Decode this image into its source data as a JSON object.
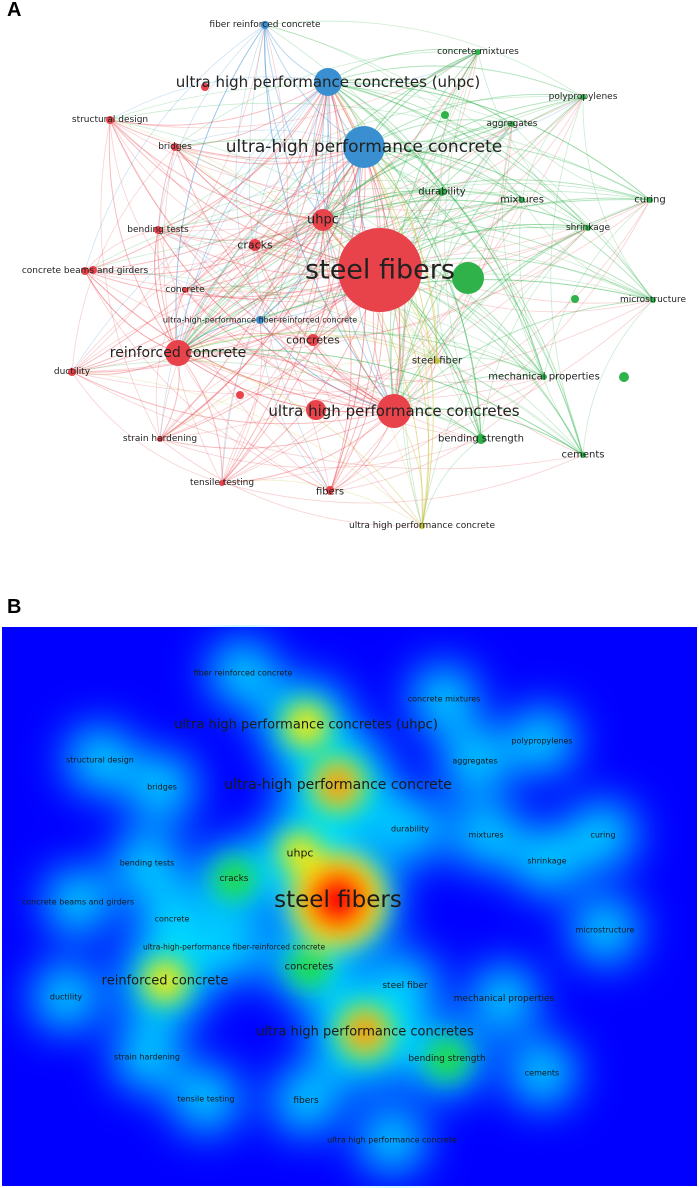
{
  "panels": {
    "a": "A",
    "b": "B"
  },
  "network": {
    "nodes": [
      {
        "id": "fiber reinforced concrete",
        "cluster": "blue",
        "weight": 1
      },
      {
        "id": "ultra high performance concretes (uhpc)",
        "cluster": "blue",
        "weight": 5
      },
      {
        "id": "ultra-high performance concrete",
        "cluster": "blue",
        "weight": 8
      },
      {
        "id": "ultra-high-performance fiber-reinforced concrete",
        "cluster": "blue",
        "weight": 1
      },
      {
        "id": "structural design",
        "cluster": "red",
        "weight": 1
      },
      {
        "id": "bridges",
        "cluster": "red",
        "weight": 1
      },
      {
        "id": "bending tests",
        "cluster": "red",
        "weight": 1
      },
      {
        "id": "cracks",
        "cluster": "red",
        "weight": 2
      },
      {
        "id": "uhpc",
        "cluster": "red",
        "weight": 4
      },
      {
        "id": "concrete beams and girders",
        "cluster": "red",
        "weight": 1
      },
      {
        "id": "concrete",
        "cluster": "red",
        "weight": 1
      },
      {
        "id": "steel fibers",
        "cluster": "red",
        "weight": 30
      },
      {
        "id": "reinforced concrete",
        "cluster": "red",
        "weight": 5
      },
      {
        "id": "concretes",
        "cluster": "red",
        "weight": 2
      },
      {
        "id": "ductility",
        "cluster": "red",
        "weight": 1
      },
      {
        "id": "ultra high performance concretes",
        "cluster": "red",
        "weight": 8
      },
      {
        "id": "strain hardening",
        "cluster": "red",
        "weight": 1
      },
      {
        "id": "tensile testing",
        "cluster": "red",
        "weight": 1
      },
      {
        "id": "fibers",
        "cluster": "red",
        "weight": 1
      },
      {
        "id": "concrete mixtures",
        "cluster": "green",
        "weight": 1
      },
      {
        "id": "polypropylenes",
        "cluster": "green",
        "weight": 1
      },
      {
        "id": "aggregates",
        "cluster": "green",
        "weight": 1
      },
      {
        "id": "durability",
        "cluster": "green",
        "weight": 1
      },
      {
        "id": "mixtures",
        "cluster": "green",
        "weight": 1
      },
      {
        "id": "curing",
        "cluster": "green",
        "weight": 1
      },
      {
        "id": "shrinkage",
        "cluster": "green",
        "weight": 1
      },
      {
        "id": "microstructure",
        "cluster": "green",
        "weight": 1
      },
      {
        "id": "mechanical properties",
        "cluster": "green",
        "weight": 1
      },
      {
        "id": "bending strength",
        "cluster": "green",
        "weight": 2
      },
      {
        "id": "cements",
        "cluster": "green",
        "weight": 1
      },
      {
        "id": "steel fiber",
        "cluster": "yellow",
        "weight": 1
      },
      {
        "id": "ultra high performance concrete",
        "cluster": "yellow",
        "weight": 1
      }
    ],
    "cluster_colors": {
      "red": "#e8424a",
      "green": "#2fb24a",
      "blue": "#3a8fd0",
      "yellow": "#c9c03a"
    }
  },
  "density": {
    "colors": [
      "#0000ff",
      "#00e5ff",
      "#22dd44",
      "#ffee00",
      "#ff1100"
    ],
    "background": "#0000ff"
  }
}
